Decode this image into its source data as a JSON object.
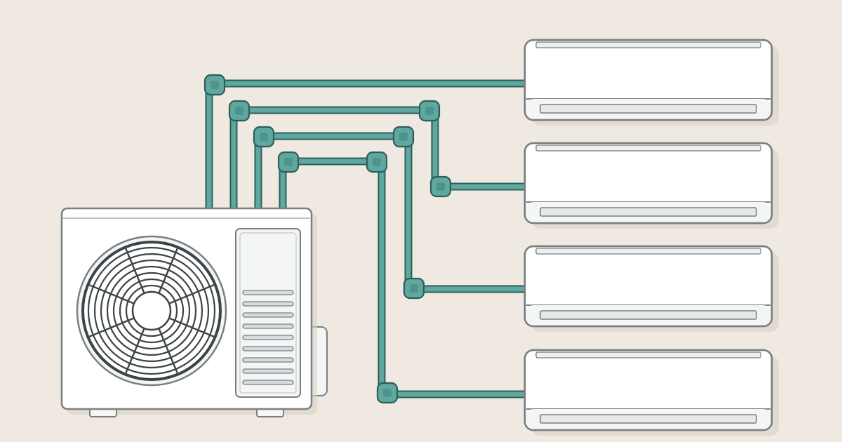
{
  "colors": {
    "background": "#efe9e1",
    "pipe_fill": "#5fa8a0",
    "pipe_outline": "#2f5e5a",
    "unit_body": "#ffffff",
    "unit_panel": "#f4f5f5",
    "unit_outline": "#7a7f82",
    "fan_dark": "#3d4347",
    "shadow": "#d8d0c4"
  },
  "diagram": {
    "outdoor_unit": {
      "icon": "condenser-fan-icon",
      "vent_slots": 9,
      "fan_rings": 7,
      "fan_spokes": 8
    },
    "indoor_units": [
      {
        "icon": "wall-split-unit-icon"
      },
      {
        "icon": "wall-split-unit-icon"
      },
      {
        "icon": "wall-split-unit-icon"
      },
      {
        "icon": "wall-split-unit-icon"
      }
    ],
    "refrigerant_lines": 4
  }
}
